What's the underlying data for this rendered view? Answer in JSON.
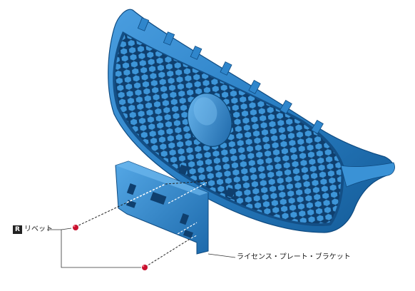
{
  "colors": {
    "part_blue": "#2a7fc4",
    "part_dark": "#114f86",
    "part_light": "#5fb0ea",
    "rivet_red": "#c8102e",
    "leader": "#333333"
  },
  "callouts": {
    "rivet": {
      "badge": "R",
      "text": "リベット"
    },
    "bracket": {
      "text": "ライセンス・プレート・ブラケット"
    }
  }
}
